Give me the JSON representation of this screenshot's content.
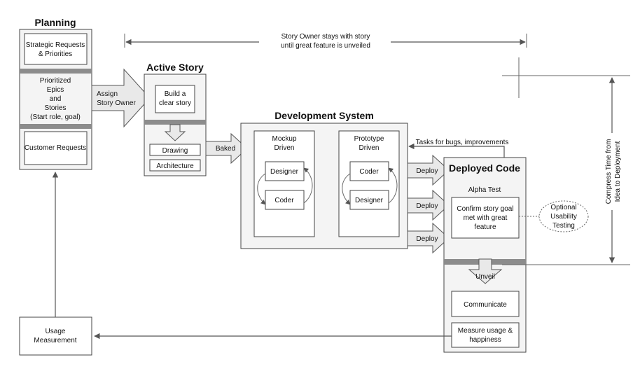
{
  "planning": {
    "title": "Planning",
    "strategic": [
      "Strategic Requests",
      "& Priorities"
    ],
    "prioritized": [
      "Prioritized",
      "Epics",
      "and",
      "Stories",
      "(Start role, goal)"
    ],
    "customer": "Customer Requests"
  },
  "usage": [
    "Usage",
    "Measurement"
  ],
  "assign": [
    "Assign",
    "Story Owner"
  ],
  "active": {
    "title": "Active Story",
    "build": [
      "Build a",
      "clear story"
    ],
    "drawing": "Drawing",
    "architecture": "Architecture"
  },
  "baked": "Baked",
  "story_owner": [
    "Story Owner stays with story",
    "until great feature is unveiled"
  ],
  "dev": {
    "title": "Development System",
    "mockup": [
      "Mockup",
      "Driven"
    ],
    "prototype": [
      "Prototype",
      "Driven"
    ],
    "designer": "Designer",
    "coder": "Coder"
  },
  "tasks": "Tasks for bugs, improvements",
  "deploy": "Deploy",
  "deployed": {
    "title": "Deployed Code",
    "alpha": "Alpha Test",
    "confirm": [
      "Confirm story goal",
      "met with great",
      "feature"
    ],
    "unveil": "Unveil",
    "communicate": "Communicate",
    "measure": [
      "Measure usage &",
      "happiness"
    ]
  },
  "optional": [
    "Optional",
    "Usability",
    "Testing"
  ],
  "compress": [
    "Compress Time from",
    "Idea to Deployment"
  ]
}
